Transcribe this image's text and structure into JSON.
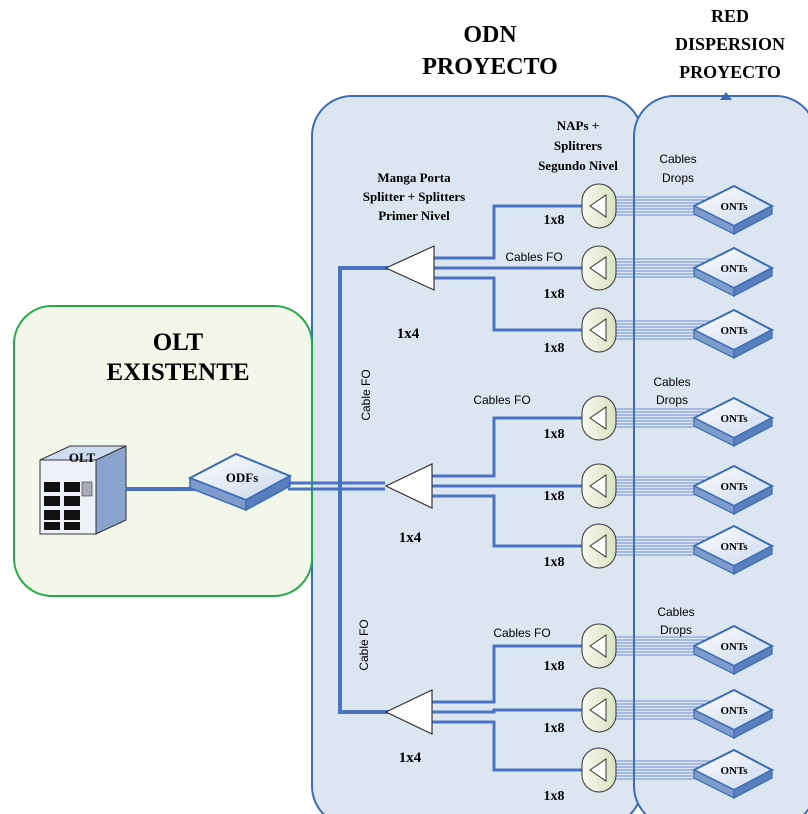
{
  "headers": {
    "odn": [
      "ODN",
      "PROYECTO"
    ],
    "red": [
      "RED",
      "DISPERSION",
      "PROYECTO"
    ]
  },
  "olt_panel": {
    "title": [
      "OLT",
      "EXISTENTE"
    ],
    "olt_label": "OLT",
    "odf_label": "ODFs"
  },
  "annotations": {
    "naps": [
      "NAPs +",
      "Splitrers",
      "Segundo Nivel"
    ],
    "manga": [
      "Manga Porta",
      "Splitter + Splitters",
      "Primer Nivel"
    ],
    "cables_drops": [
      "Cables",
      "Drops"
    ],
    "cables_fo": "Cables FO",
    "cable_fo": "Cable FO"
  },
  "groups": [
    {
      "ratio_label": "1x4",
      "cables_fo_label": "Cables FO",
      "drops_label": [
        "Cables",
        "Drops"
      ],
      "branches": [
        {
          "ratio": "1x8",
          "ont": "ONTs"
        },
        {
          "ratio": "1x8",
          "ont": "ONTs"
        },
        {
          "ratio": "1x8",
          "ont": "ONTs"
        }
      ]
    },
    {
      "ratio_label": "1x4",
      "cables_fo_label": "Cables FO",
      "drops_label": [
        "Cables",
        "Drops"
      ],
      "branches": [
        {
          "ratio": "1x8",
          "ont": "ONTs"
        },
        {
          "ratio": "1x8",
          "ont": "ONTs"
        },
        {
          "ratio": "1x8",
          "ont": "ONTs"
        }
      ]
    },
    {
      "ratio_label": "1x4",
      "cables_fo_label": "Cables FO",
      "drops_label": [
        "Cables",
        "Drops"
      ],
      "branches": [
        {
          "ratio": "1x8",
          "ont": "ONTs"
        },
        {
          "ratio": "1x8",
          "ont": "ONTs"
        },
        {
          "ratio": "1x8",
          "ont": "ONTs"
        }
      ]
    }
  ],
  "colors": {
    "odn_fill": "#dce6f1",
    "odn_stroke": "#3a6db5",
    "olt_fill": "#f3f7e9",
    "olt_stroke": "#22aa44",
    "fiber": "#4a72c4",
    "nap_fill": "#ecf1d8"
  }
}
